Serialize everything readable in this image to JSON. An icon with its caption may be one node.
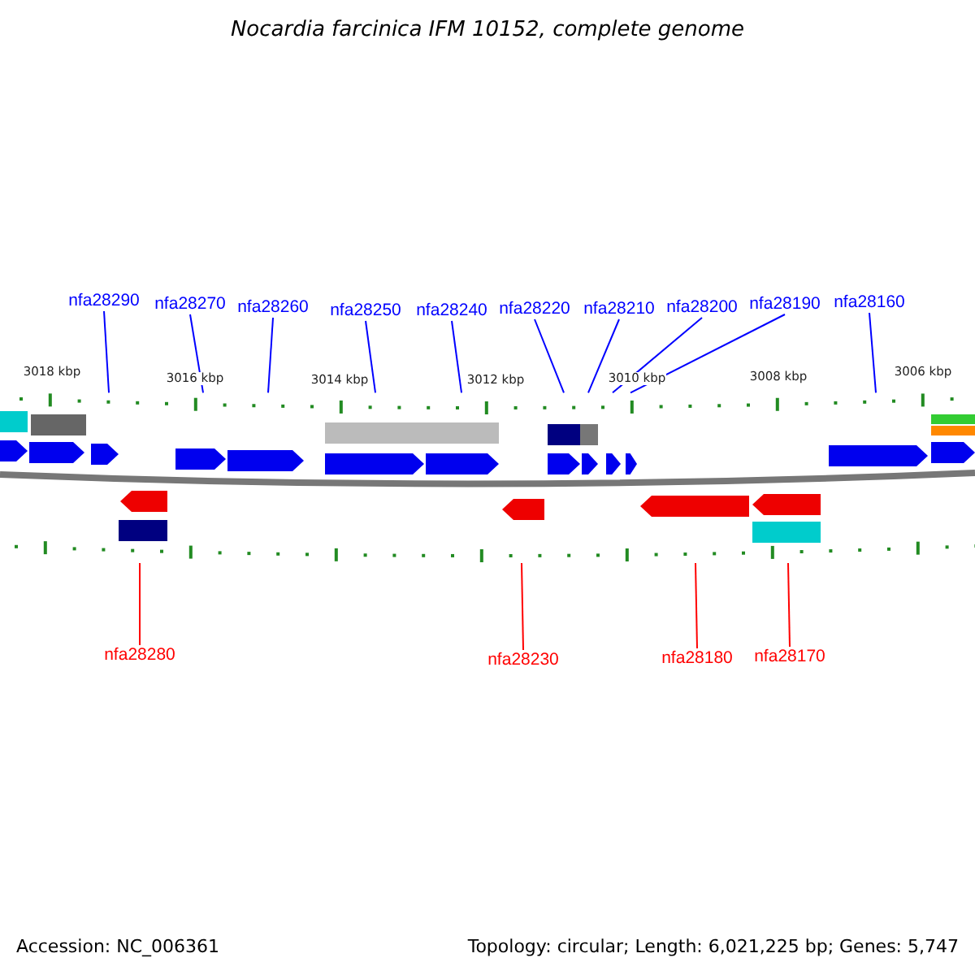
{
  "diagram": {
    "title": "Nocardia farcinica IFM 10152, complete genome",
    "nodes": [
      {
        "text": [
          "nfa28290"
        ]
      },
      {
        "text": [
          "nfa28270"
        ]
      },
      {
        "text": [
          "nfa28260"
        ]
      },
      {
        "text": [
          "nfa28250"
        ]
      },
      {
        "text": [
          "nfa28240"
        ]
      },
      {
        "text": [
          "nfa28220"
        ]
      },
      {
        "text": [
          "nfa28210"
        ]
      },
      {
        "text": [
          "nfa28200"
        ]
      },
      {
        "text": [
          "nfa28190"
        ]
      },
      {
        "text": [
          "nfa28160"
        ]
      },
      {
        "text": [
          "nfa28280"
        ]
      },
      {
        "text": [
          "nfa28230"
        ]
      },
      {
        "text": [
          "nfa28180"
        ]
      },
      {
        "text": [
          "nfa28170"
        ]
      },
      {
        "text": [],
        "shape": "ruler"
      },
      {
        "text": [],
        "shape": "ruler"
      }
    ],
    "edges": [
      {
        "from": 0,
        "to": 14,
        "arrow": "none"
      },
      {
        "from": 1,
        "to": 14,
        "arrow": "none"
      },
      {
        "from": 2,
        "to": 14,
        "arrow": "none"
      },
      {
        "from": 3,
        "to": 14,
        "arrow": "none"
      },
      {
        "from": 4,
        "to": 14,
        "arrow": "none"
      },
      {
        "from": 5,
        "to": 14,
        "arrow": "none"
      },
      {
        "from": 6,
        "to": 14,
        "arrow": "none"
      },
      {
        "from": 7,
        "to": 14,
        "arrow": "none"
      },
      {
        "from": 8,
        "to": 14,
        "arrow": "none"
      },
      {
        "from": 9,
        "to": 14,
        "arrow": "none"
      },
      {
        "from": 10,
        "to": 15,
        "arrow": "none",
        "color": "#ff0000"
      },
      {
        "from": 11,
        "to": 15,
        "arrow": "none",
        "color": "#ff0000"
      },
      {
        "from": 12,
        "to": 15,
        "arrow": "none",
        "color": "#ff0000"
      },
      {
        "from": 13,
        "to": 15,
        "arrow": "none",
        "color": "#ff0000"
      }
    ],
    "labels": [
      "3018 kbp",
      "3016 kbp",
      "3014 kbp",
      "3012 kbp",
      "3010 kbp",
      "3008 kbp",
      "3006 kbp",
      "Accession: NC_006361",
      "Topology: circular; Length: 6,021,225 bp; Genes: 5,747"
    ]
  }
}
